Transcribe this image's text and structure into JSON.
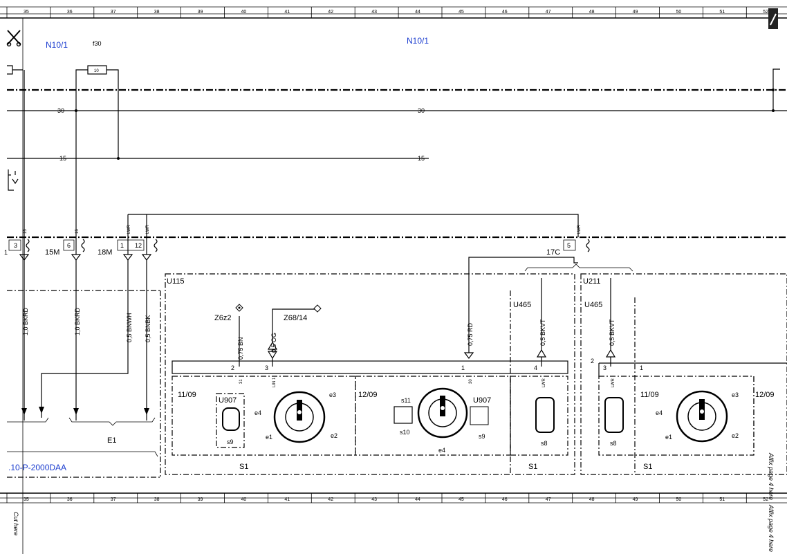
{
  "ruler": {
    "top_numbers": [
      "35",
      "36",
      "37",
      "38",
      "39",
      "40",
      "41",
      "42",
      "43",
      "44",
      "45",
      "46",
      "47",
      "48",
      "49",
      "50",
      "51",
      "52"
    ],
    "bottom_numbers": [
      "35",
      "36",
      "37",
      "38",
      "39",
      "40",
      "41",
      "42",
      "43",
      "44",
      "45",
      "46",
      "47",
      "48",
      "49",
      "50",
      "51",
      "52"
    ]
  },
  "components": {
    "n10_left": "N10/1",
    "fuse_name": "f30",
    "fuse_value": "10",
    "n10_mid": "N10/1",
    "u115": "U115",
    "u211": "U211",
    "u465_a": "U465",
    "u465_b": "U465",
    "u907_a": "U907",
    "u907_b": "U907",
    "e1": "E1",
    "s1_a": "S1",
    "s1_b": "S1",
    "s1_c": "S1",
    "z6z2": "Z6z2",
    "z68_14": "Z68/14",
    "doc_code": ".10-P-2000DAA"
  },
  "bus": {
    "line30_a": "30",
    "line30_b": "30",
    "line15_a": "15",
    "line15_b": "15"
  },
  "connectors": {
    "c3": "3",
    "c6": "6",
    "c1": "1",
    "c12": "12",
    "c5": "5",
    "c1_left": "1",
    "c15m": "15M",
    "c18m": "18M",
    "c17c": "17C",
    "pin_2": "2",
    "pin_3": "3",
    "pin_1": "1",
    "pin_4": "4",
    "pin_2b": "2",
    "pin_3b": "3",
    "pin_1b": "1",
    "pin31": "31",
    "pinlin1": "LIN 1",
    "pin30": "30",
    "pinlwr_a": "LWR",
    "pinlwr_b": "LWR",
    "top15_a": "15",
    "top15_b": "15",
    "toplwr_a": "LWR",
    "toplwr_b": "LWR",
    "toplwr_c": "LWR"
  },
  "wires": {
    "w1": "1,0 BKRD",
    "w2": "1,0 BKRD",
    "w3": "0,5 BNWH",
    "w4": "0,5 BNBK",
    "w5": "0,75 BN",
    "w6": "0,5 OG",
    "w7": "0,75 RD",
    "w8": "0,5 BKVT",
    "w9": "0,5 BKVT"
  },
  "switch": {
    "ver_1109_a": "11/09",
    "ver_1209_a": "12/09",
    "ver_1109_b": "11/09",
    "ver_1209_b": "12/09",
    "e1_a": "e1",
    "e2_a": "e2",
    "e3_a": "e3",
    "e4_a": "e4",
    "e4_b": "e4",
    "e1_b": "e1",
    "e2_b": "e2",
    "e3_b": "e3",
    "e4_c": "e4",
    "s9_a": "s9",
    "s9_b": "s9",
    "s10": "s10",
    "s11": "s11",
    "s8_a": "s8",
    "s8_b": "s8"
  },
  "margins": {
    "cut_here": "Cut here",
    "affix_a": "Affix page 4 here",
    "affix_b": "Affix page 4 here"
  }
}
